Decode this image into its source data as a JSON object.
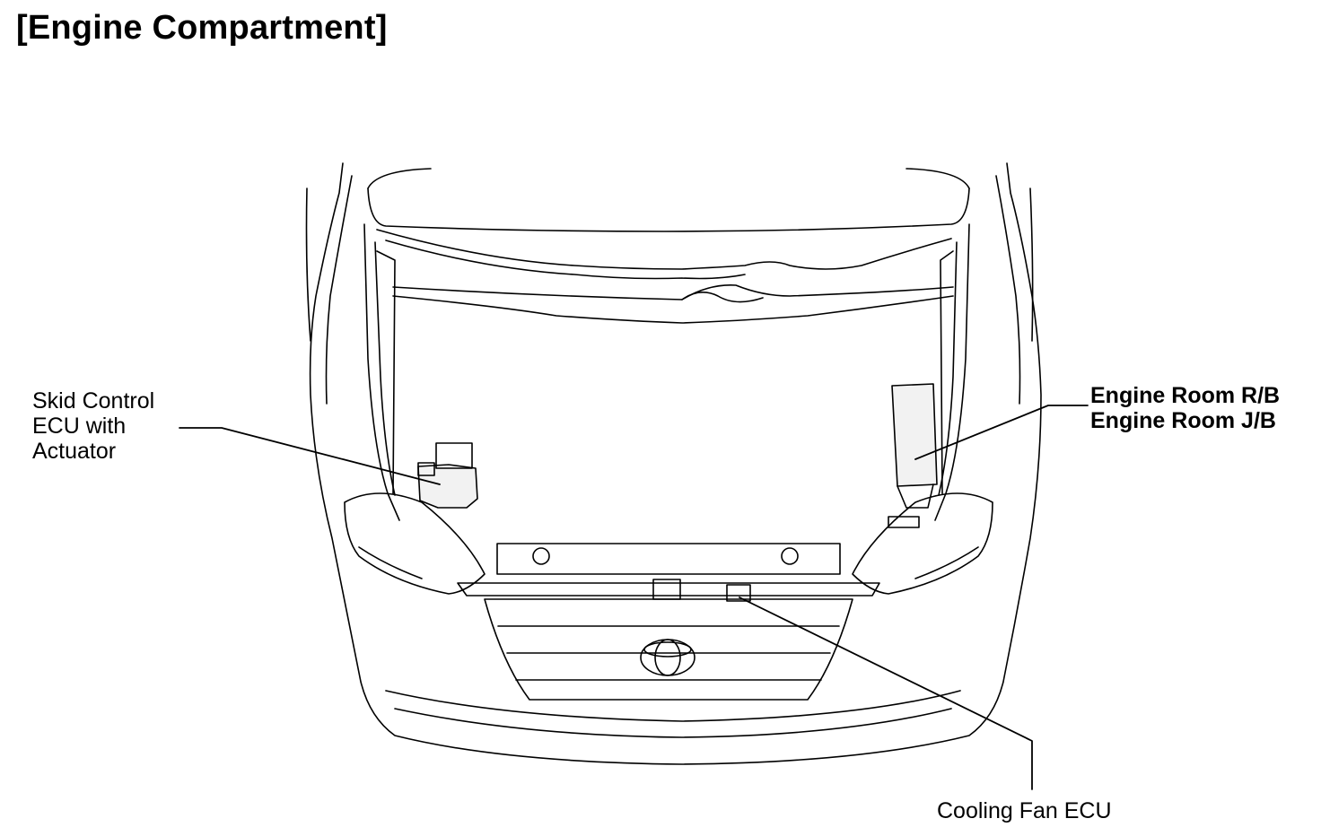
{
  "title": "[Engine Compartment]",
  "callouts": {
    "skid_control": [
      "Skid Control",
      "ECU with",
      "Actuator"
    ],
    "engine_room": [
      "Engine Room R/B",
      "Engine Room J/B"
    ],
    "cooling_fan": "Cooling Fan ECU"
  },
  "colors": {
    "line": "#000000",
    "background": "#ffffff"
  },
  "icons": [
    "toyota-emblem-icon"
  ]
}
